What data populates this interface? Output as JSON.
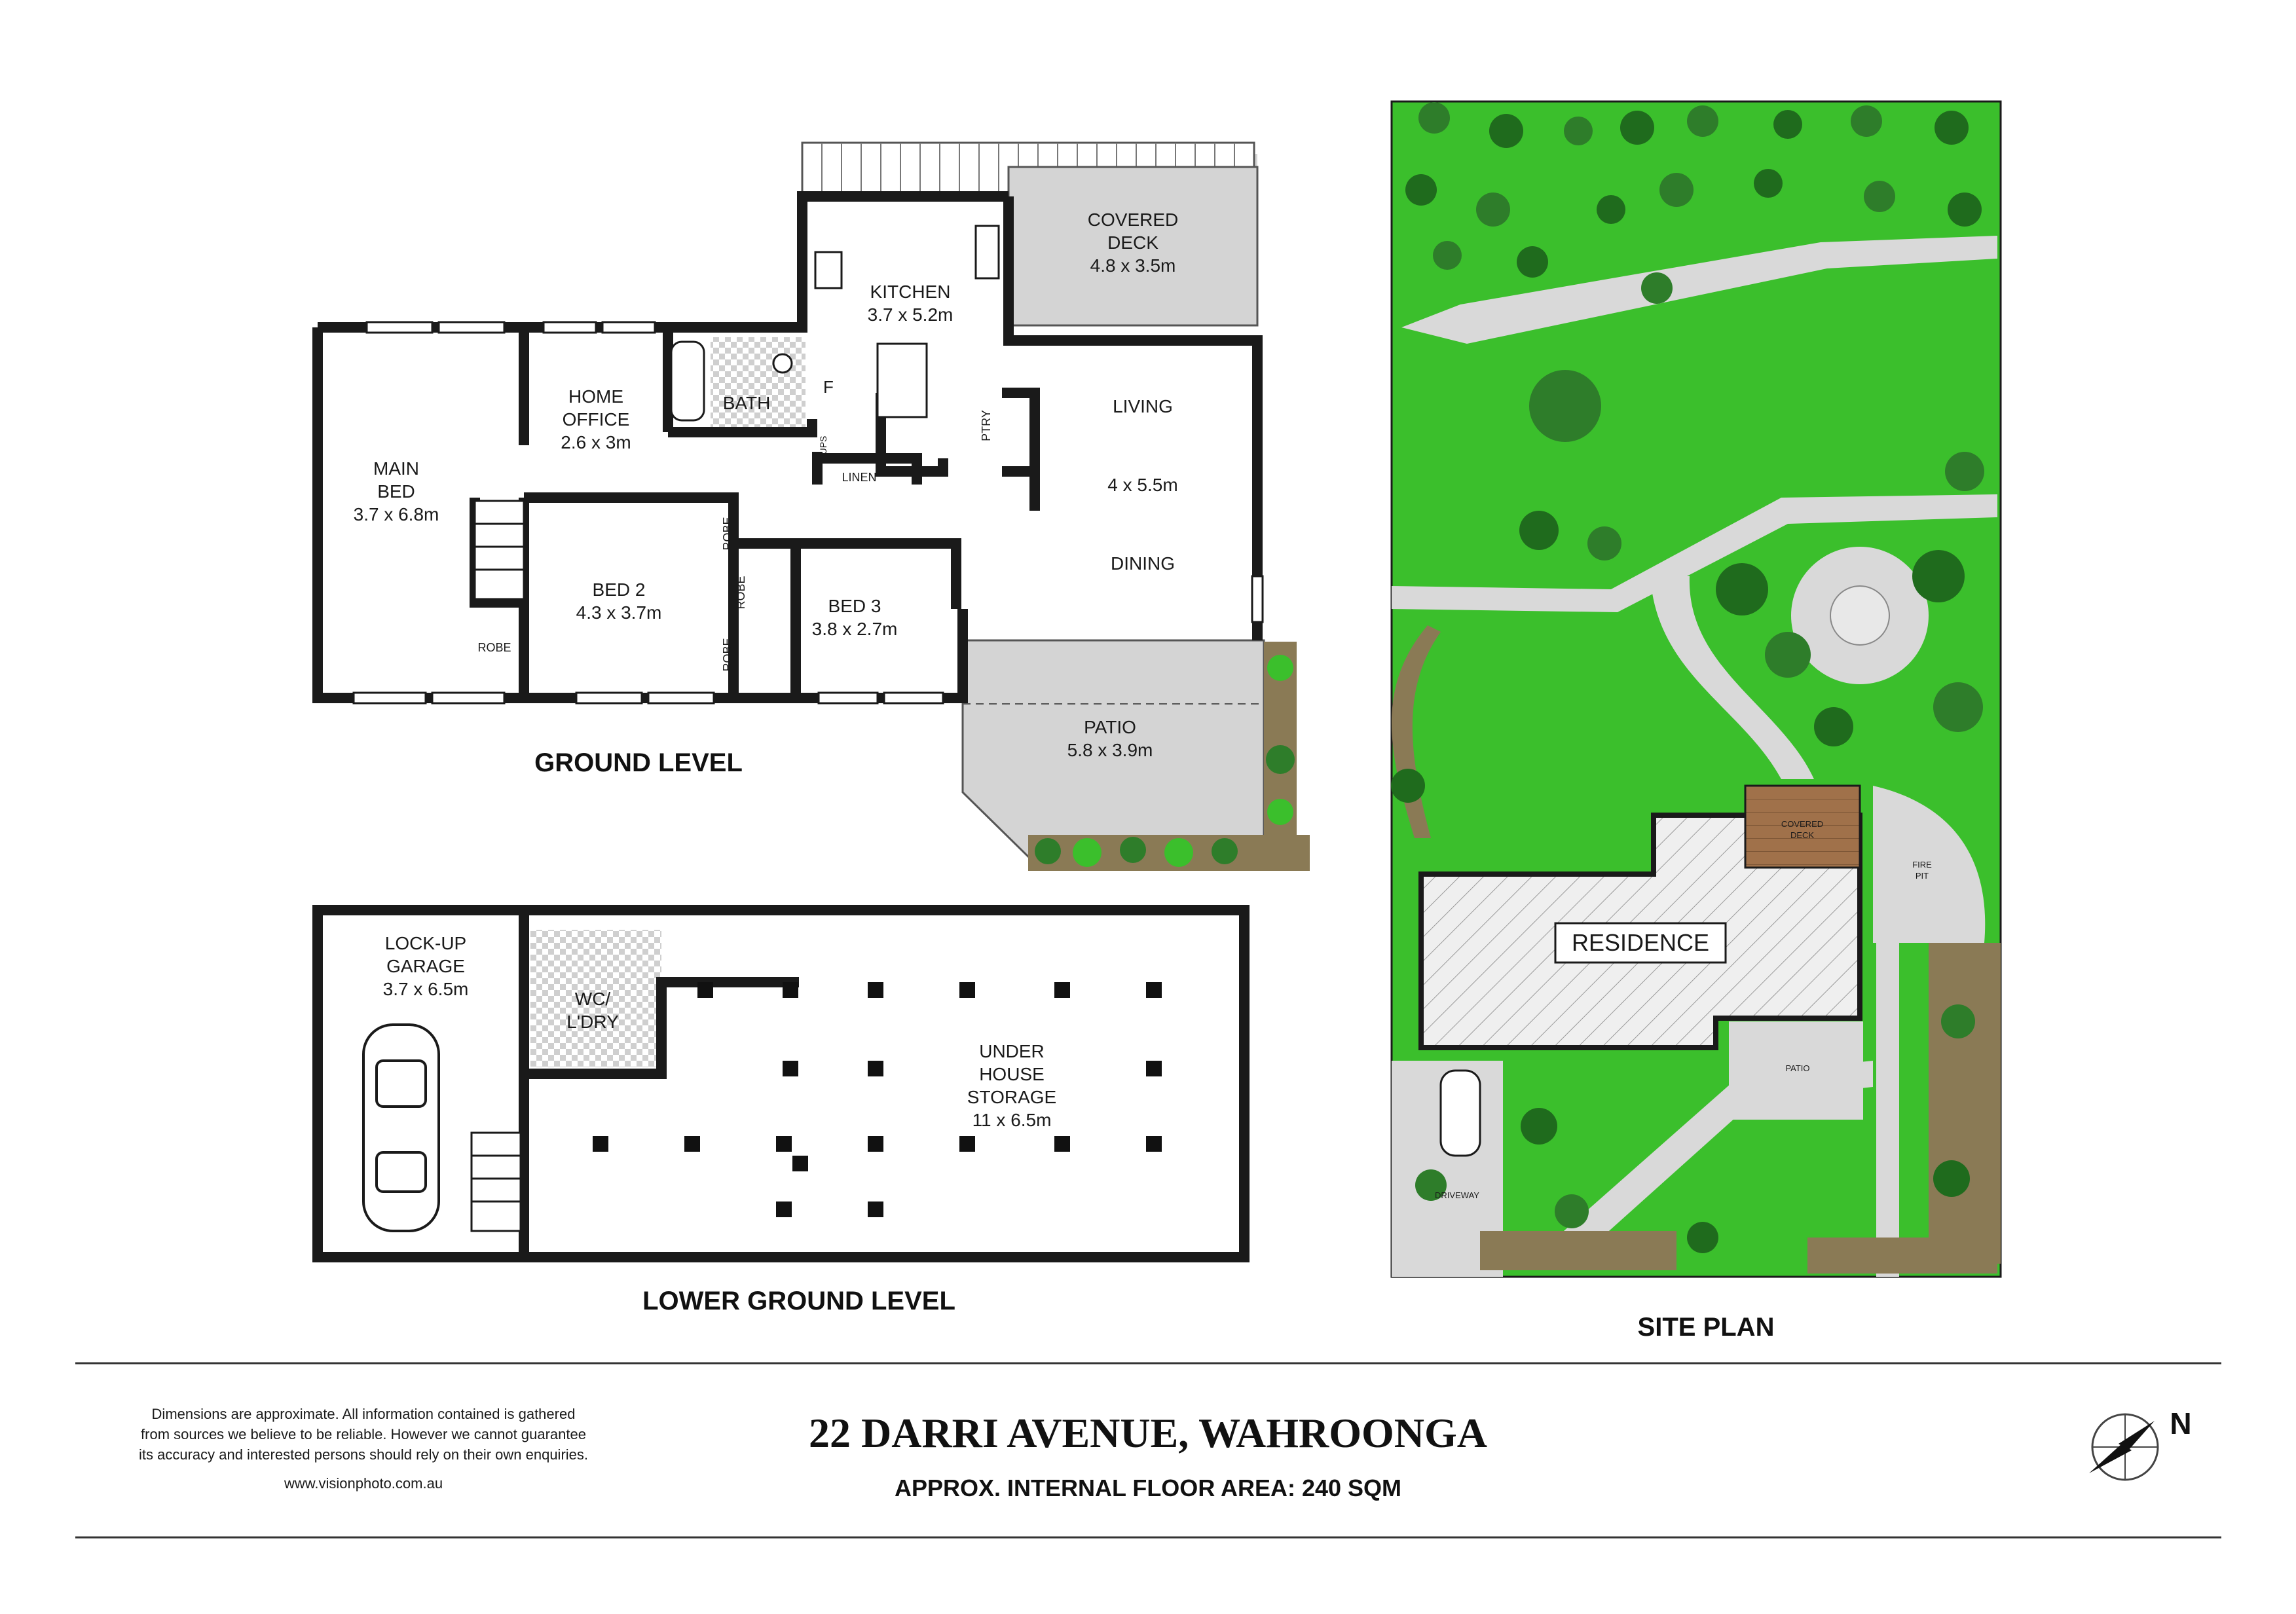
{
  "ground": {
    "heading": "GROUND LEVEL",
    "rooms": [
      {
        "name": "MAIN",
        "name2": "BED",
        "dims": "3.7 x 6.8m"
      },
      {
        "name": "HOME",
        "name2": "OFFICE",
        "dims": "2.6 x 3m"
      },
      {
        "name": "BATH"
      },
      {
        "name": "KITCHEN",
        "dims": "3.7 x 5.2m"
      },
      {
        "name": "COVERED",
        "name2": "DECK",
        "dims": "4.8 x 3.5m"
      },
      {
        "name": "LIVING"
      },
      {
        "name": "4 x 5.5m"
      },
      {
        "name": "DINING"
      },
      {
        "name": "BED 2",
        "dims": "4.3 x 3.7m"
      },
      {
        "name": "BED 3",
        "dims": "3.8 x 2.7m"
      },
      {
        "name": "PATIO",
        "dims": "5.8 x 3.9m"
      }
    ],
    "small_labels": {
      "robe": "ROBE",
      "linen": "LINEN",
      "ptry": "PTRY",
      "f": "F",
      "ups": "UPS"
    }
  },
  "lower": {
    "heading": "LOWER GROUND LEVEL",
    "rooms": [
      {
        "name": "LOCK-UP",
        "name2": "GARAGE",
        "dims": "3.7 x 6.5m"
      },
      {
        "name": "WC/",
        "name2": "L'DRY"
      },
      {
        "name": "UNDER",
        "name2": "HOUSE",
        "name3": "STORAGE",
        "dims": "11 x 6.5m"
      }
    ]
  },
  "site": {
    "heading": "SITE PLAN",
    "labels": {
      "residence": "RESIDENCE",
      "covered": "COVERED",
      "deck": "DECK",
      "fire": "FIRE",
      "pit": "PIT",
      "patio": "PATIO",
      "driveway": "DRIVEWAY"
    }
  },
  "footer": {
    "disclaimer": [
      "Dimensions are approximate. All information contained is gathered",
      "from sources we believe to be reliable. However we cannot guarantee",
      "its accuracy and interested persons should rely on their own enquiries."
    ],
    "website": "www.visionphoto.com.au",
    "address": "22 DARRI AVENUE, WAHROONGA",
    "area": "APPROX. INTERNAL FLOOR AREA: 240 SQM",
    "north": "N"
  },
  "colors": {
    "wall": "#1a1a1a",
    "grass": "#3bbf2c",
    "path": "#d9d9d9",
    "deck_grey": "#d4d4d4",
    "covered_deck_site": "#a0714a",
    "garden_bed": "#8a7a55"
  }
}
